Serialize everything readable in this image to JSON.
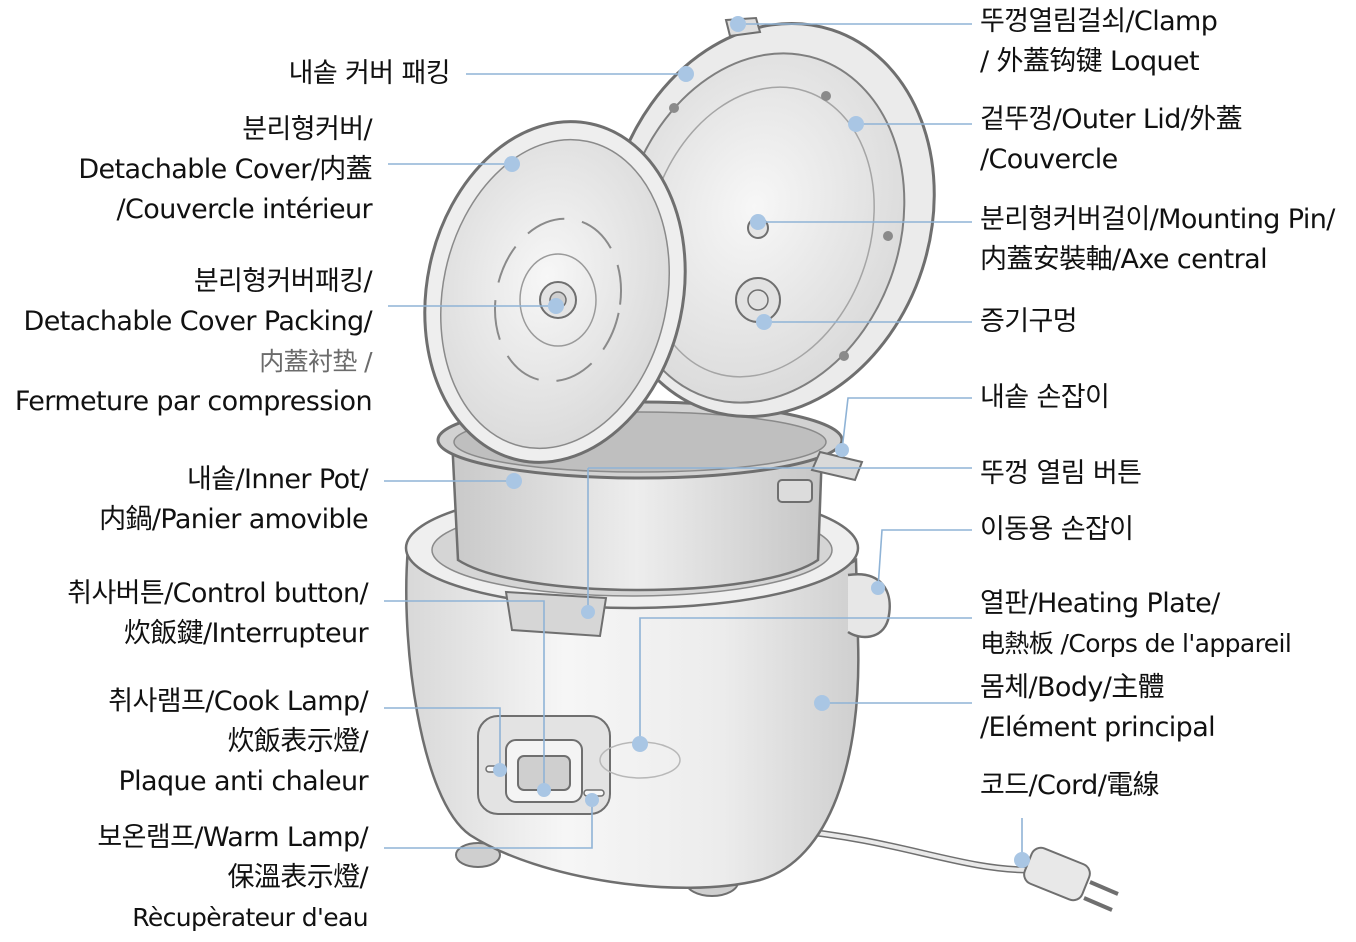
{
  "labels_left": [
    {
      "id": "inner-cover-packing",
      "lines": [
        "내솥 커버 패킹"
      ]
    },
    {
      "id": "detachable-cover",
      "lines": [
        "분리형커버/",
        "Detachable Cover/内蓋",
        "/Couvercle intérieur"
      ]
    },
    {
      "id": "detachable-cover-packing",
      "lines": [
        "분리형커버패킹/",
        "Detachable Cover Packing/",
        "内蓋衬垫 /",
        "Fermeture par compression"
      ]
    },
    {
      "id": "inner-pot",
      "lines": [
        "내솥/Inner Pot/",
        "内鍋/Panier amovible"
      ]
    },
    {
      "id": "control-button",
      "lines": [
        "취사버튼/Control button/",
        "炊飯鍵/Interrupteur"
      ]
    },
    {
      "id": "cook-lamp",
      "lines": [
        "취사램프/Cook Lamp/",
        "炊飯表示燈/",
        "Plaque anti chaleur"
      ]
    },
    {
      "id": "warm-lamp",
      "lines": [
        "보온램프/Warm Lamp/",
        "保溫表示燈/",
        "Rècupèrateur d'eau"
      ]
    }
  ],
  "labels_right": [
    {
      "id": "clamp",
      "lines": [
        "뚜껑열림걸쇠/Clamp",
        "/ 外蓋钩键 Loquet"
      ]
    },
    {
      "id": "outer-lid",
      "lines": [
        "겉뚜껑/Outer Lid/外蓋",
        "/Couvercle"
      ]
    },
    {
      "id": "mounting-pin",
      "lines": [
        "분리형커버걸이/Mounting Pin/",
        "内蓋安裝軸/Axe central"
      ]
    },
    {
      "id": "steam-vent",
      "lines": [
        "증기구멍"
      ]
    },
    {
      "id": "pot-handle",
      "lines": [
        "내솥 손잡이"
      ]
    },
    {
      "id": "lid-open-button",
      "lines": [
        "뚜껑 열림 버튼"
      ]
    },
    {
      "id": "carry-handle",
      "lines": [
        "이동용 손잡이"
      ]
    },
    {
      "id": "heating-plate",
      "lines": [
        "열판/Heating Plate/",
        "电熱板 /Corps de l'appareil"
      ]
    },
    {
      "id": "body",
      "lines": [
        "몸체/Body/主體",
        "/Elément principal"
      ]
    },
    {
      "id": "cord",
      "lines": [
        "코드/Cord/電線"
      ]
    }
  ],
  "colors": {
    "leader_line": "#8fb3d6",
    "dot": "#a9c6e4",
    "outline": "#6f6f6f",
    "fill_light": "#f1f1f1",
    "fill_mid": "#e1e1e1",
    "fill_dark": "#c9c9c9"
  }
}
